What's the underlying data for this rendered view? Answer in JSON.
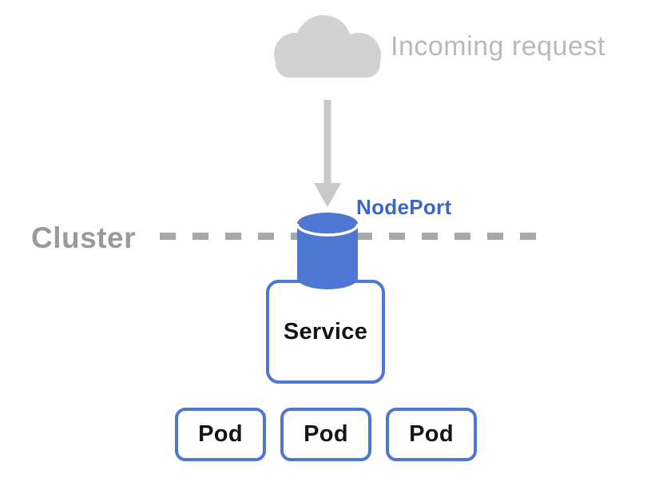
{
  "diagram": {
    "incoming_request": {
      "label": "Incoming request"
    },
    "nodeport": {
      "label": "NodePort"
    },
    "cluster": {
      "label": "Cluster"
    },
    "service": {
      "label": "Service"
    },
    "pods": [
      {
        "label": "Pod"
      },
      {
        "label": "Pod"
      },
      {
        "label": "Pod"
      }
    ],
    "icons": {
      "cloud": "cloud-icon",
      "arrow": "arrow-down-icon",
      "cylinder": "nodeport-cylinder-icon",
      "boundary": "cluster-boundary-dashed-line"
    },
    "colors": {
      "shape_blue": "#4e77d1",
      "nodeport_text_blue": "#3d65c5",
      "cloud_gray": "#d2d2d2",
      "request_text_gray": "#b9b9b9",
      "arrow_gray": "#c9c9c9",
      "cluster_text_gray": "#9a9a9a",
      "dash_gray": "#a8a8a8",
      "box_text_black": "#151515",
      "background": "#ffffff"
    }
  }
}
